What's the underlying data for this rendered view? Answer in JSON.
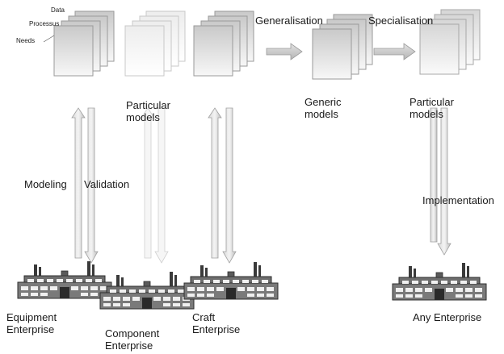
{
  "stack_labels": {
    "data": "Data",
    "processus": "Processus",
    "needs": "Needs"
  },
  "labels": {
    "particular_models_1": "Particular\nmodels",
    "generalisation": "Generalisation",
    "specialisation": "Specialisation",
    "generic_models": "Generic\nmodels",
    "particular_models_2": "Particular\nmodels",
    "modeling": "Modeling",
    "validation": "Validation",
    "implementation": "Implementation"
  },
  "enterprises": {
    "equipment": "Equipment\nEnterprise",
    "component": "Component\nEnterprise",
    "craft": "Craft\nEnterprise",
    "any": "Any Enterprise"
  }
}
